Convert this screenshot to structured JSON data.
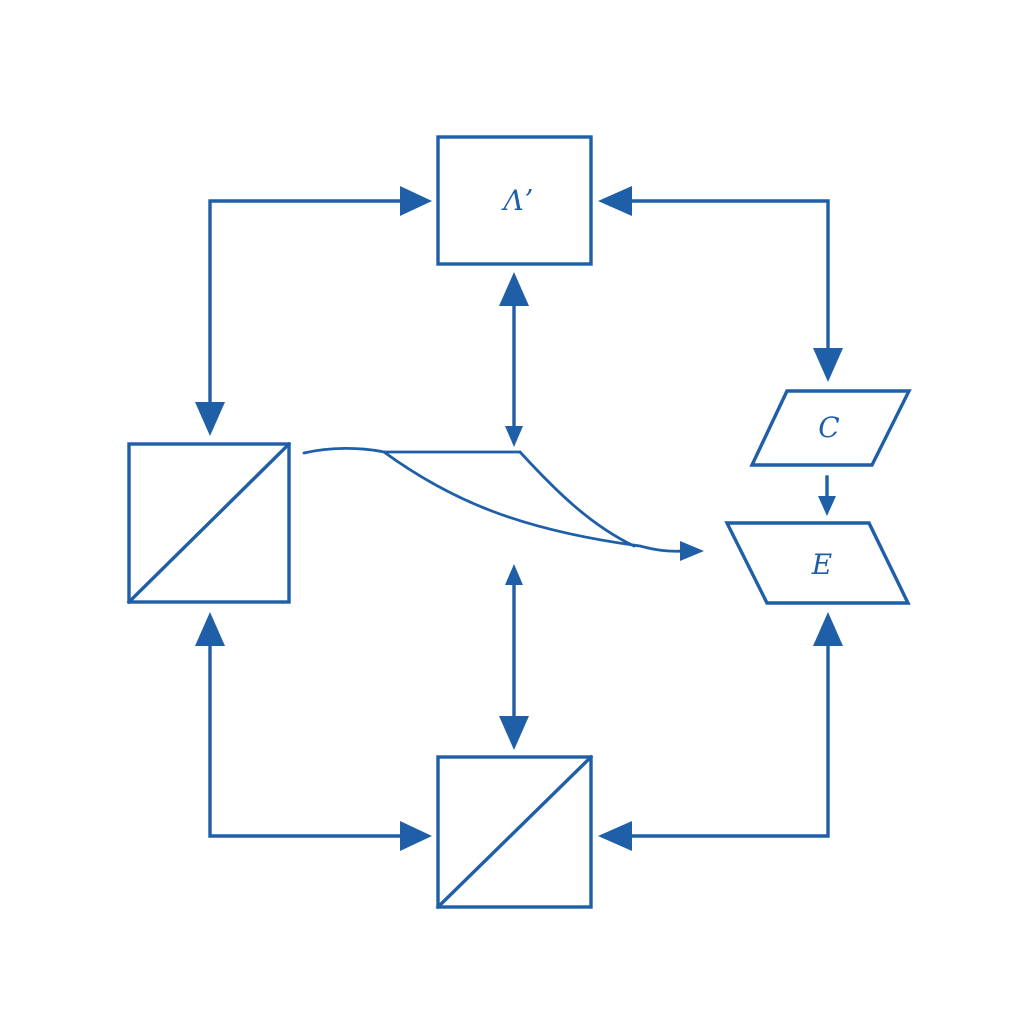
{
  "colors": {
    "line": "#1f5fa8",
    "background": "#ffffff"
  },
  "nodes": {
    "top": {
      "label": "Λʼ"
    },
    "c": {
      "label": "C"
    },
    "e": {
      "label": "E"
    },
    "left": {
      "label": ""
    },
    "bottom": {
      "label": ""
    }
  }
}
